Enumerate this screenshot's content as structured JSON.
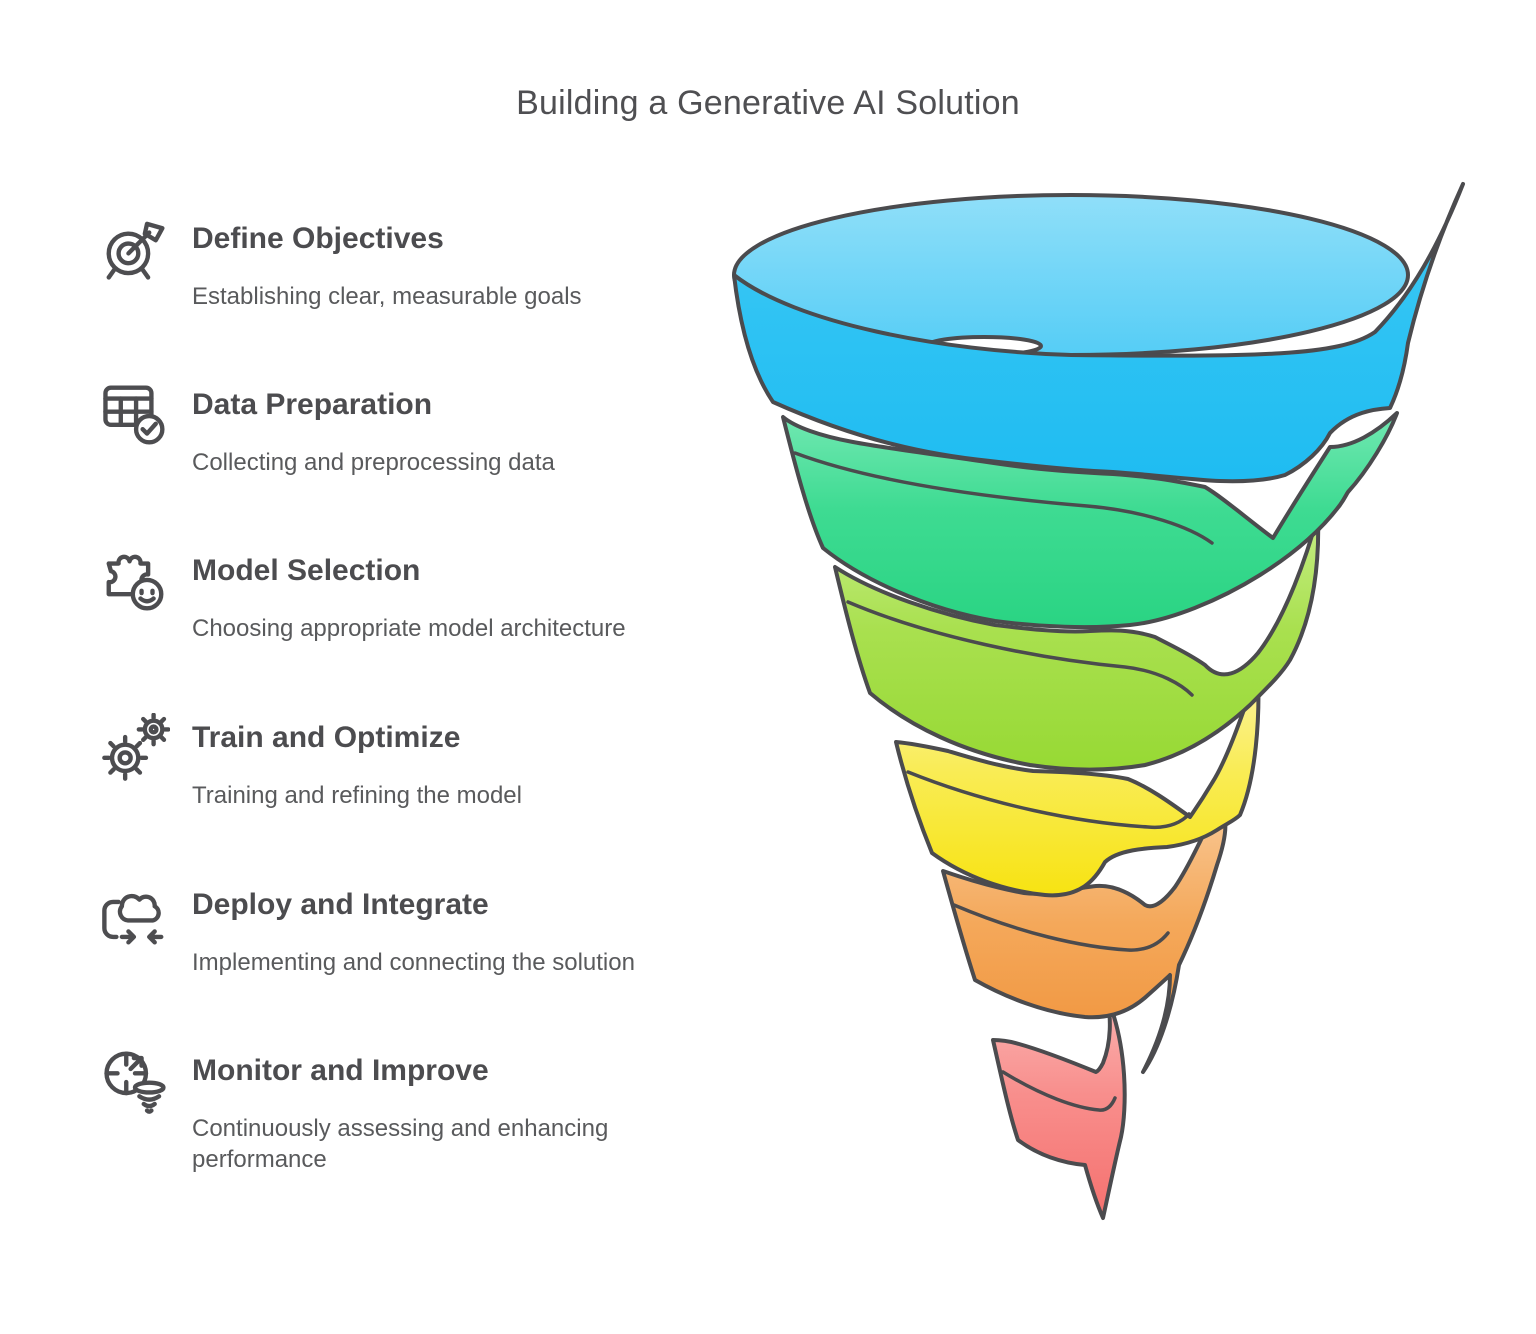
{
  "title": "Building a Generative AI Solution",
  "steps": [
    {
      "title": "Define Objectives",
      "description": "Establishing clear, measurable goals",
      "icon": "target-icon"
    },
    {
      "title": "Data Preparation",
      "description": "Collecting and preprocessing data",
      "icon": "table-check-icon"
    },
    {
      "title": "Model Selection",
      "description": "Choosing appropriate model architecture",
      "icon": "puzzle-smiley-icon"
    },
    {
      "title": "Train and Optimize",
      "description": "Training and refining the model",
      "icon": "gears-icon"
    },
    {
      "title": "Deploy and Integrate",
      "description": "Implementing and connecting the solution",
      "icon": "cloud-arrows-icon"
    },
    {
      "title": "Monitor and Improve",
      "description": "Continuously assessing and enhancing performance",
      "icon": "monitor-funnel-icon"
    }
  ],
  "funnel": {
    "outline_color": "#4b4b4e",
    "hole_color": "#ffffff",
    "lip_stops": [
      "#90DFF9",
      "#55CDF6"
    ],
    "bands": [
      {
        "step": "Define Objectives",
        "stops": [
          "#45C9F4",
          "#2FC3F3",
          "#1FBCF2"
        ]
      },
      {
        "step": "Data Preparation",
        "stops": [
          "#72E8B2",
          "#3EDB92",
          "#2AD483"
        ]
      },
      {
        "step": "Model Selection",
        "stops": [
          "#C6EE86",
          "#A9E04F",
          "#97D934"
        ]
      },
      {
        "step": "Train and Optimize",
        "stops": [
          "#FBF3A2",
          "#F9EC55",
          "#F7E312"
        ]
      },
      {
        "step": "Deploy and Integrate",
        "stops": [
          "#F9C895",
          "#F4A85A",
          "#F09138"
        ]
      },
      {
        "step": "Monitor and Improve",
        "stops": [
          "#FBB4B2",
          "#F88E8C",
          "#F5716F"
        ]
      }
    ]
  }
}
